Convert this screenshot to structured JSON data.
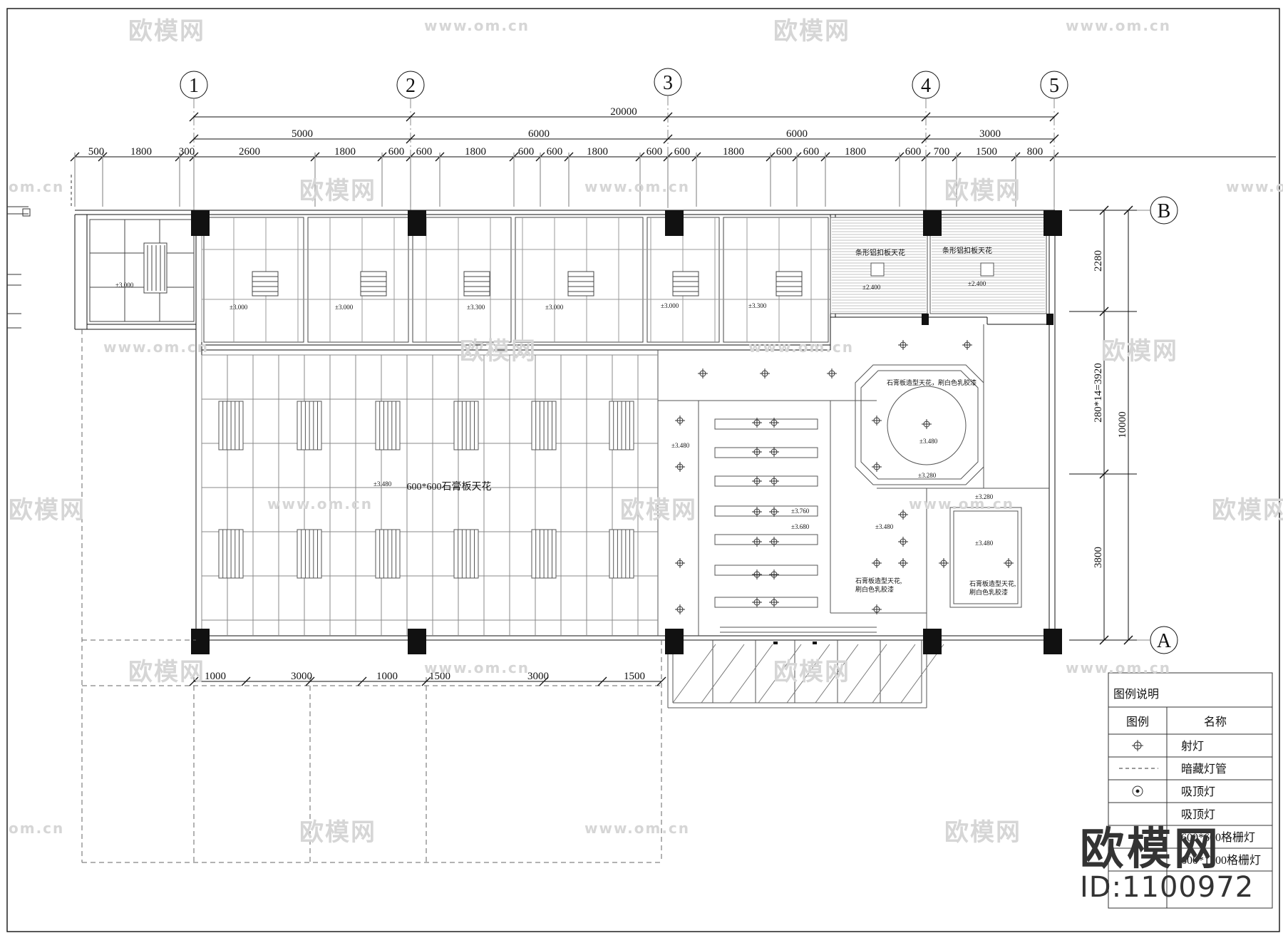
{
  "grid": {
    "columns": [
      "1",
      "2",
      "3",
      "4",
      "5"
    ],
    "rows": [
      "B",
      "A"
    ]
  },
  "dims": {
    "total": "20000",
    "bays": [
      "5000",
      "6000",
      "6000",
      "3000"
    ],
    "detail": [
      "500",
      "1800",
      "300",
      "2600",
      "1800",
      "600",
      "600",
      "1800",
      "600",
      "600",
      "1800",
      "600",
      "600",
      "1800",
      "600",
      "600",
      "1800",
      "600",
      "700",
      "1500",
      "800"
    ],
    "bottom": [
      "1000",
      "3000",
      "1000",
      "1500",
      "3000",
      "1500"
    ],
    "right": [
      "2280",
      "280*14=3920",
      "3800"
    ],
    "right_total": "10000"
  },
  "labels": {
    "main_ceiling": "600*600石膏板天花",
    "strip_ceiling_1": "条形铝扣板天花",
    "strip_ceiling_2": "条形铝扣板天花",
    "gypsum_round": "石膏板造型天花，刷白色乳胶漆",
    "gypsum_center_1": "石膏板造型天花,",
    "gypsum_center_2": "刷白色乳胶漆",
    "gypsum_right_1": "石膏板造型天花,",
    "gypsum_right_2": "刷白色乳胶漆"
  },
  "elevations": {
    "e1": "±3.000",
    "e2": "±3.000",
    "e3": "±3.000",
    "e4": "±3.300",
    "e5": "±3.000",
    "e6": "±3.000",
    "e7": "±3.300",
    "e8": "±2.400",
    "e9": "±2.400",
    "e10": "±3.480",
    "e11": "±3.480",
    "e12": "±3.480",
    "e13": "±3.280",
    "e14": "±3.760",
    "e15": "±3.680",
    "e16": "±3.480",
    "e17": "±3.280",
    "e18": "±3.480"
  },
  "legend": {
    "title": "图例说明",
    "col_symbol": "图例",
    "col_name": "名称",
    "items": [
      "射灯",
      "暗藏灯管",
      "吸顶灯",
      "吸顶灯",
      "600*600格栅灯",
      "600*1200格栅灯"
    ]
  },
  "watermark": {
    "cn": "欧模网",
    "url": "www.om.cn",
    "url_short": "om.cn",
    "brand": "欧模网",
    "id": "ID:1100972"
  }
}
